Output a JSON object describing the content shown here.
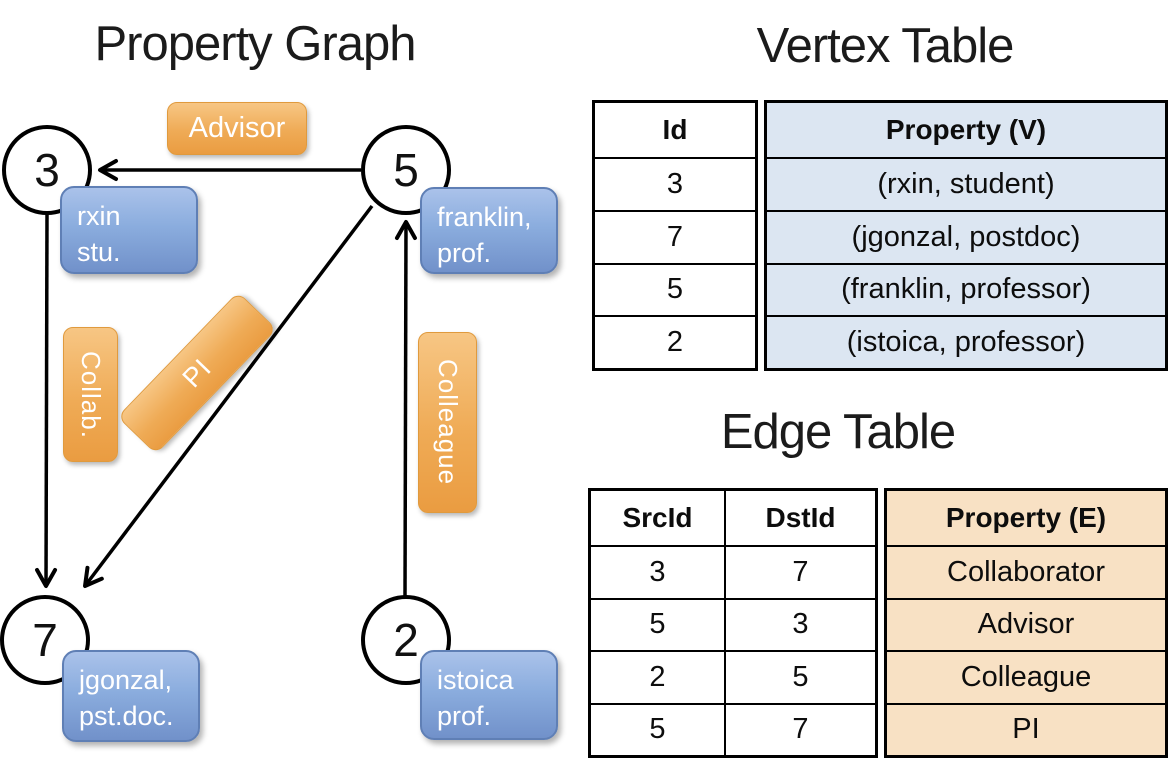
{
  "graph": {
    "title": "Property Graph",
    "nodes": [
      {
        "id": "3"
      },
      {
        "id": "5"
      },
      {
        "id": "7"
      },
      {
        "id": "2"
      }
    ],
    "edge_labels": {
      "advisor": "Advisor",
      "collab": "Collab.",
      "pi": "PI",
      "colleague": "Colleague"
    },
    "vertex_properties": {
      "rxin": {
        "line1": "rxin",
        "line2": "stu."
      },
      "franklin": {
        "line1": "franklin,",
        "line2": "prof."
      },
      "jgonzal": {
        "line1": "jgonzal,",
        "line2": "pst.doc."
      },
      "istoica": {
        "line1": "istoica",
        "line2": "prof."
      }
    }
  },
  "vertex_table": {
    "title": "Vertex Table",
    "col_id": "Id",
    "col_property": "Property (V)",
    "rows": [
      {
        "id": "3",
        "property": "(rxin, student)"
      },
      {
        "id": "7",
        "property": "(jgonzal, postdoc)"
      },
      {
        "id": "5",
        "property": "(franklin, professor)"
      },
      {
        "id": "2",
        "property": "(istoica, professor)"
      }
    ]
  },
  "edge_table": {
    "title": "Edge Table",
    "col_src": "SrcId",
    "col_dst": "DstId",
    "col_property": "Property (E)",
    "rows": [
      {
        "src": "3",
        "dst": "7",
        "property": "Collaborator"
      },
      {
        "src": "5",
        "dst": "3",
        "property": "Advisor"
      },
      {
        "src": "2",
        "dst": "5",
        "property": "Colleague"
      },
      {
        "src": "5",
        "dst": "7",
        "property": "PI"
      }
    ]
  },
  "colors": {
    "edge_label_orange": "#efa348",
    "vertex_box_blue": "#8badde",
    "vertex_table_fill": "#dce6f2",
    "edge_table_fill": "#f8e1c4",
    "line_black": "#000000"
  }
}
